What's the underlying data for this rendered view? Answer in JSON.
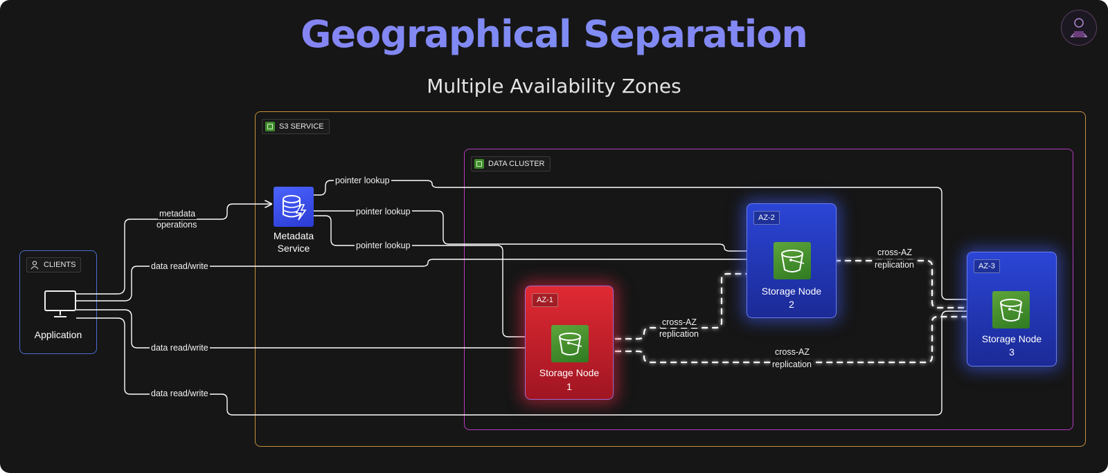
{
  "title": "Geographical Separation",
  "subtitle": "Multiple Availability Zones",
  "groups": {
    "s3": "S3 SERVICE",
    "cluster": "DATA CLUSTER",
    "clients": "CLIENTS"
  },
  "nodes": {
    "application": "Application",
    "metadata_line1": "Metadata",
    "metadata_line2": "Service",
    "az1": {
      "label": "AZ-1",
      "name": "Storage Node",
      "num": "1"
    },
    "az2": {
      "label": "AZ-2",
      "name": "Storage Node",
      "num": "2"
    },
    "az3": {
      "label": "AZ-3",
      "name": "Storage Node",
      "num": "3"
    }
  },
  "edges": {
    "metadata_ops_1": "metadata",
    "metadata_ops_2": "operations",
    "pointer_lookup_1": "pointer lookup",
    "pointer_lookup_2": "pointer lookup",
    "pointer_lookup_3": "pointer lookup",
    "data_rw_1": "data read/write",
    "data_rw_2": "data read/write",
    "data_rw_3": "data read/write",
    "repl_a_1": "cross-AZ",
    "repl_a_2": "replication",
    "repl_b_1": "cross-AZ",
    "repl_b_2": "replication",
    "repl_c_1": "cross-AZ",
    "repl_c_2": "replication"
  },
  "colors": {
    "title": "#8b7cf2",
    "s3_border": "#c7913e",
    "cluster_border": "#b53cc0",
    "clients_border": "#4a6ed0",
    "az1_fill": "#d8232f",
    "az_blue_fill": "#2739c4",
    "bucket_green": "#4e9a33",
    "metadata_blue": "#3d4fe0"
  },
  "icons": {
    "clients": "user-icon",
    "application": "monitor-icon",
    "metadata": "database-lightning-icon",
    "storage": "s3-bucket-icon",
    "group": "aws-group-icon",
    "brand": "brand-logo"
  }
}
